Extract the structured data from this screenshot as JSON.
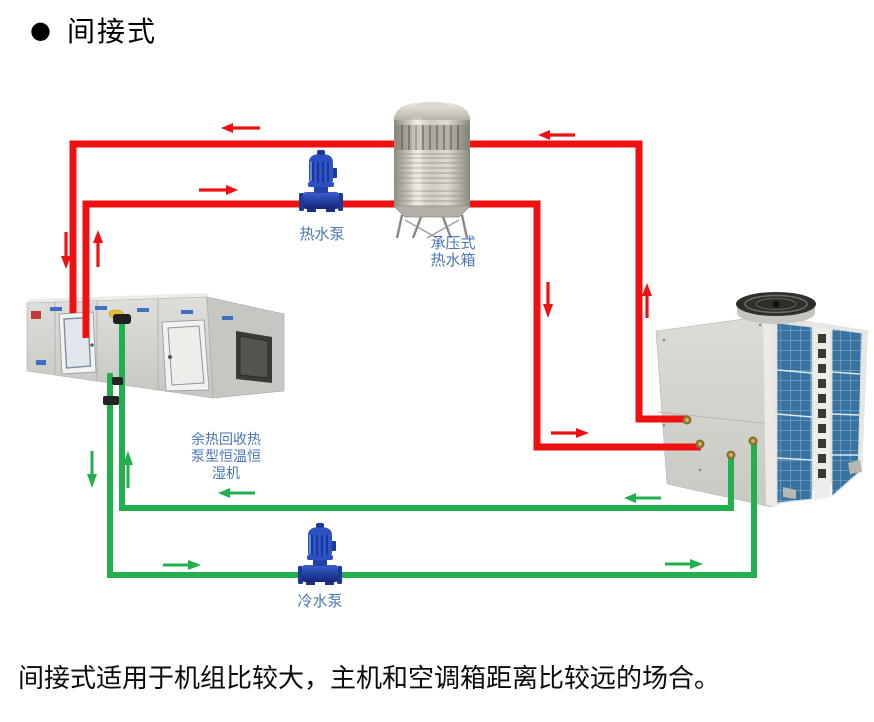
{
  "title": {
    "bullet_icon": "●",
    "text": "间接式"
  },
  "diagram": {
    "labels": {
      "hot_water_pump": "热水泵",
      "tank_line1": "承压式",
      "tank_line2": "热水箱",
      "ahu_line1": "余热回收热",
      "ahu_line2": "泵型恒温恒",
      "ahu_line3": "湿机",
      "cold_water_pump": "冷水泵"
    },
    "colors": {
      "hot_water_pipe": "#ee1111",
      "chilled_water_pipe": "#22b04f",
      "label_text": "#4a76b8",
      "pump_blue": "#2e55c8",
      "coil_blue": "#39719f"
    }
  },
  "caption": {
    "text": "间接式适用于机组比较大，主机和空调箱距离比较远的场合。"
  }
}
